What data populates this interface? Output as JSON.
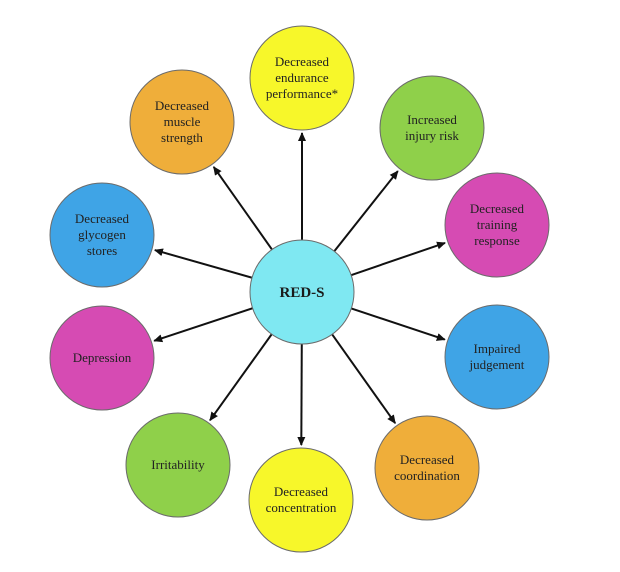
{
  "center": {
    "label": "RED-S",
    "color": "#7fe8f2"
  },
  "nodes": [
    {
      "id": "endurance",
      "lines": [
        "Decreased",
        "endurance",
        "performance*"
      ],
      "color": "#f7f72a"
    },
    {
      "id": "injury",
      "lines": [
        "Increased",
        "injury risk"
      ],
      "color": "#8fd04a"
    },
    {
      "id": "training",
      "lines": [
        "Decreased",
        "training",
        "response"
      ],
      "color": "#d64bb3"
    },
    {
      "id": "judgement",
      "lines": [
        "Impaired",
        "judgement"
      ],
      "color": "#3fa4e6"
    },
    {
      "id": "coordination",
      "lines": [
        "Decreased",
        "coordination"
      ],
      "color": "#efae3a"
    },
    {
      "id": "concentration",
      "lines": [
        "Decreased",
        "concentration"
      ],
      "color": "#f7f72a"
    },
    {
      "id": "irritability",
      "lines": [
        "Irritability"
      ],
      "color": "#8fd04a"
    },
    {
      "id": "depression",
      "lines": [
        "Depression"
      ],
      "color": "#d64bb3"
    },
    {
      "id": "glycogen",
      "lines": [
        "Decreased",
        "glycogen",
        "stores"
      ],
      "color": "#3fa4e6"
    },
    {
      "id": "strength",
      "lines": [
        "Decreased",
        "muscle",
        "strength"
      ],
      "color": "#efae3a"
    }
  ]
}
